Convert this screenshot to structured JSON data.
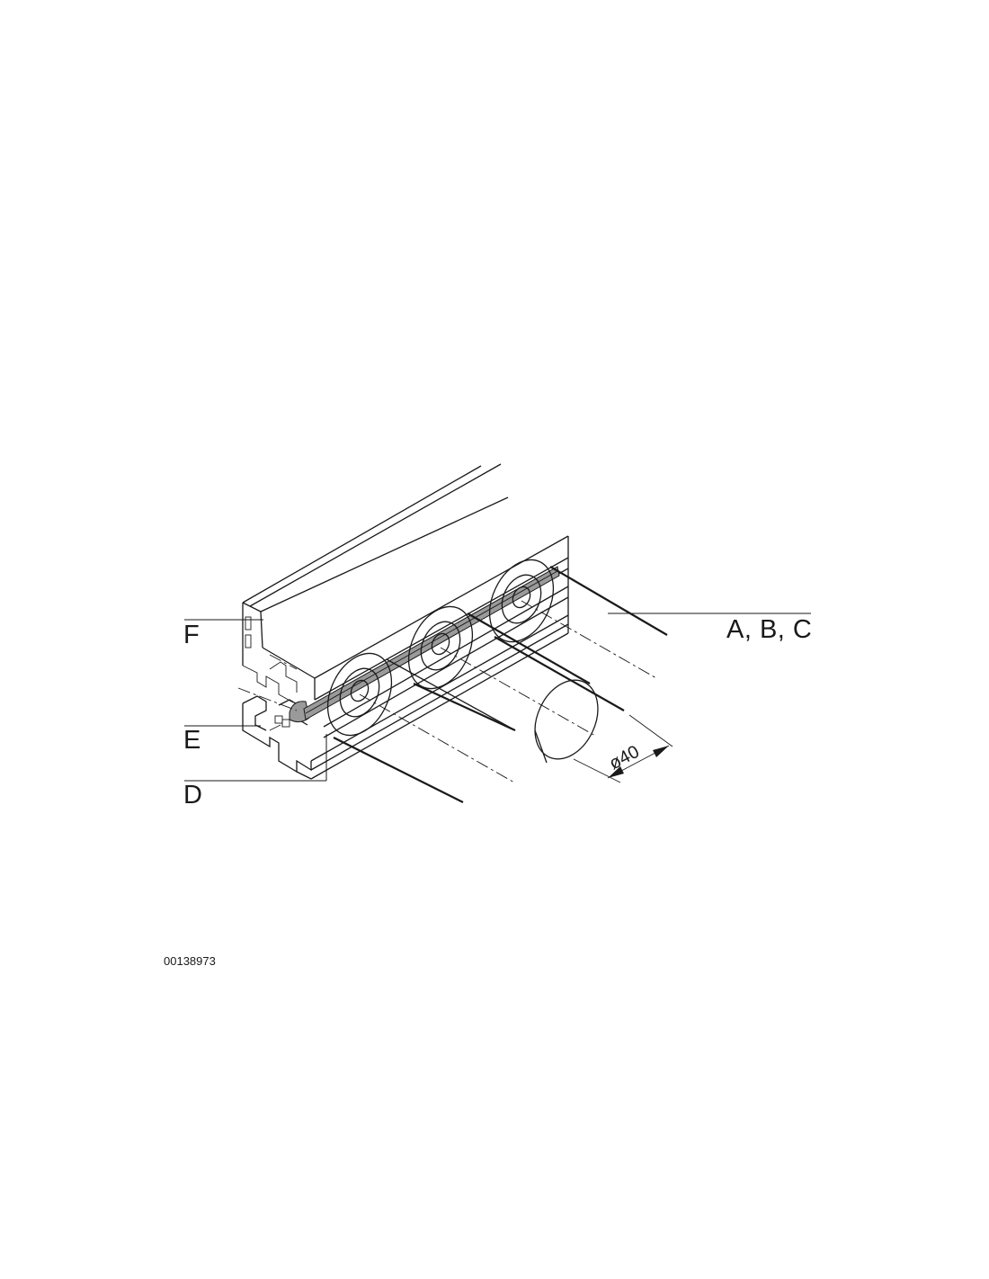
{
  "callouts": {
    "f": "F",
    "e": "E",
    "d": "D",
    "abc": "A, B, C"
  },
  "dimension": {
    "diameter": "ø40"
  },
  "document_id": "00138973"
}
